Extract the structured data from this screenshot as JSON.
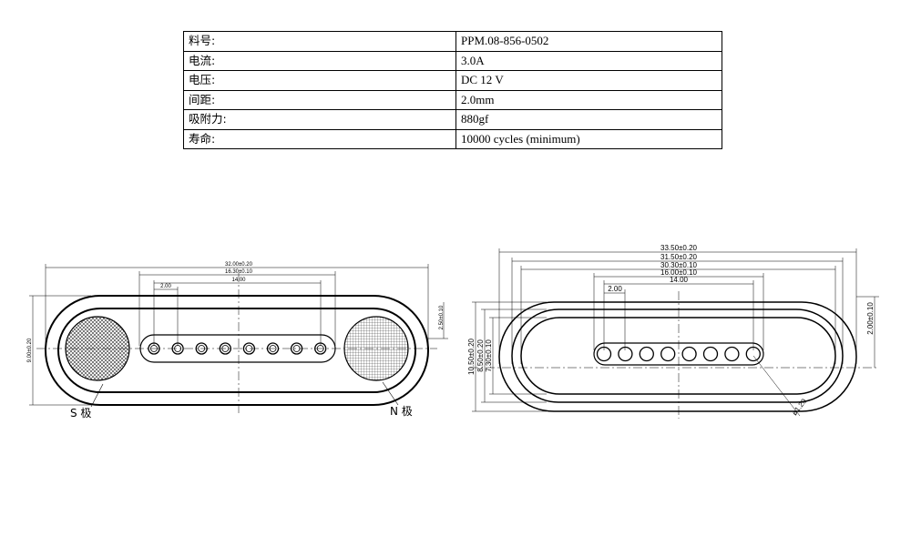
{
  "spec": {
    "rows": [
      {
        "key": "料号:",
        "value": "PPM.08-856-0502"
      },
      {
        "key": "电流:",
        "value": "3.0A"
      },
      {
        "key": "电压:",
        "value": "DC 12 V"
      },
      {
        "key": "间距:",
        "value": "2.0mm"
      },
      {
        "key": "吸附力:",
        "value": "880gf"
      },
      {
        "key": "寿命:",
        "value": "10000 cycles (minimum)"
      }
    ]
  },
  "left_view": {
    "dim_overall": "32.00±0.20",
    "dim_magnet_span": "16.30±0.10",
    "dim_pin_span": "14.00",
    "dim_pitch": "2.00",
    "dim_height": "9.00±0.20",
    "dim_right": "2.50±0.10",
    "label_s": "S 极",
    "label_n": "N 极",
    "pin_count": 8
  },
  "right_view": {
    "dim_overall": "33.50±0.20",
    "dim_w2": "31.50±0.20",
    "dim_w3": "30.30±0.10",
    "dim_w4": "16.00±0.10",
    "dim_pin_span": "14.00",
    "dim_pitch": "2.00",
    "dim_h1": "10.50±0.20",
    "dim_h2": "8.50±0.20",
    "dim_h3": "7.30±0.10",
    "dim_right": "2.00±0.10",
    "dim_pin_dia": "ø1.20",
    "pin_count": 8
  }
}
